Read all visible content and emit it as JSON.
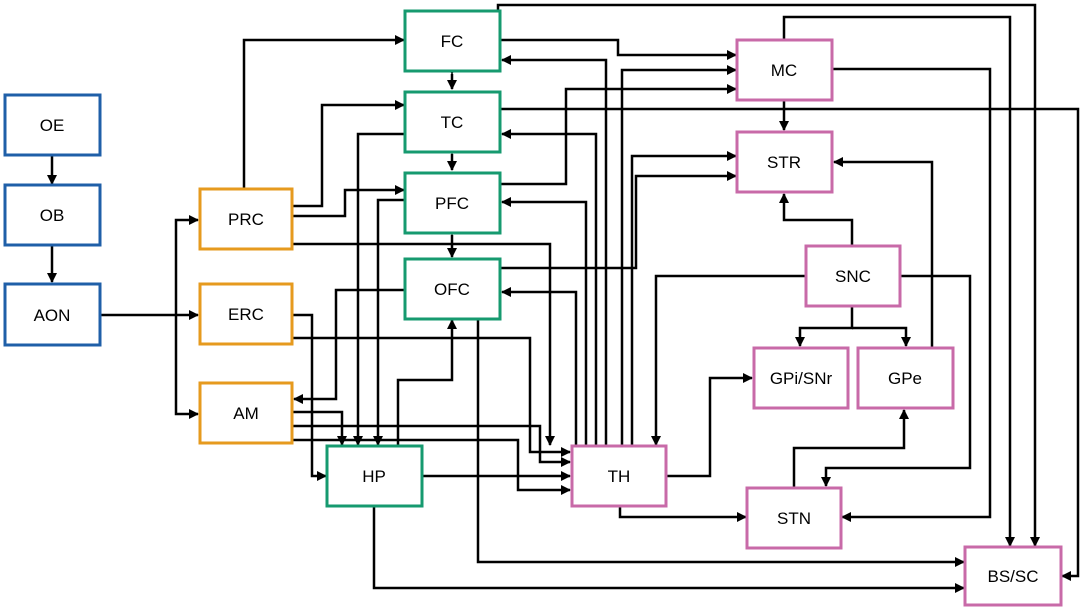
{
  "colors": {
    "olfactory": "#1f5fa8",
    "limbic": "#e69a1e",
    "cortical": "#169a6f",
    "subcortical": "#c86aa8",
    "edge": "#000000"
  },
  "nodes": {
    "OE": "OE",
    "OB": "OB",
    "AON": "AON",
    "PRC": "PRC",
    "ERC": "ERC",
    "AM": "AM",
    "FC": "FC",
    "TC": "TC",
    "PFC": "PFC",
    "OFC": "OFC",
    "HP": "HP",
    "TH": "TH",
    "MC": "MC",
    "STR": "STR",
    "SNC": "SNC",
    "GPI": "GPi/SNr",
    "GPE": "GPe",
    "STN": "STN",
    "BSSC": "BS/SC"
  }
}
